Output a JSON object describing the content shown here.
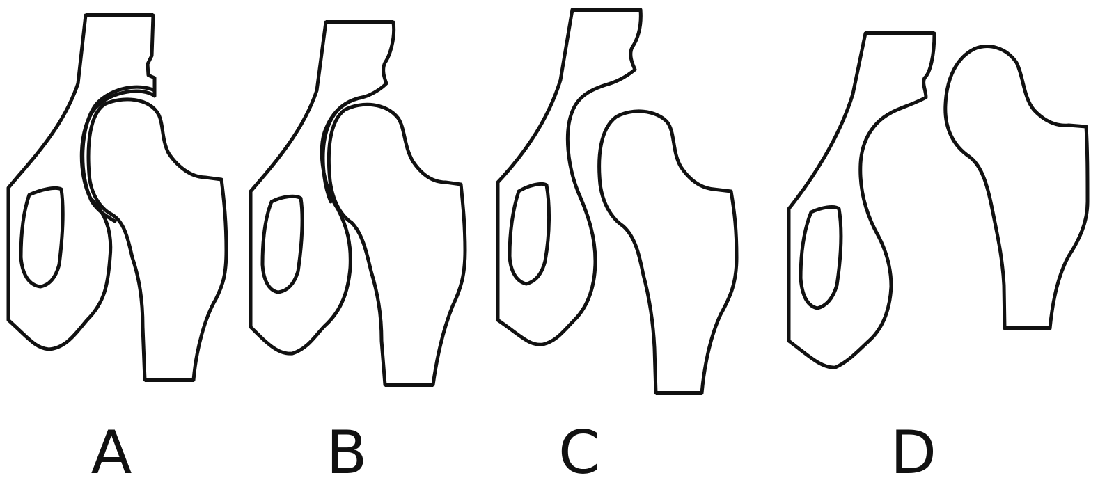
{
  "panels": [
    {
      "label": "A"
    },
    {
      "label": "B"
    },
    {
      "label": "C"
    },
    {
      "label": "D"
    }
  ],
  "colors": {
    "stroke": "#111111",
    "background": "#ffffff"
  }
}
